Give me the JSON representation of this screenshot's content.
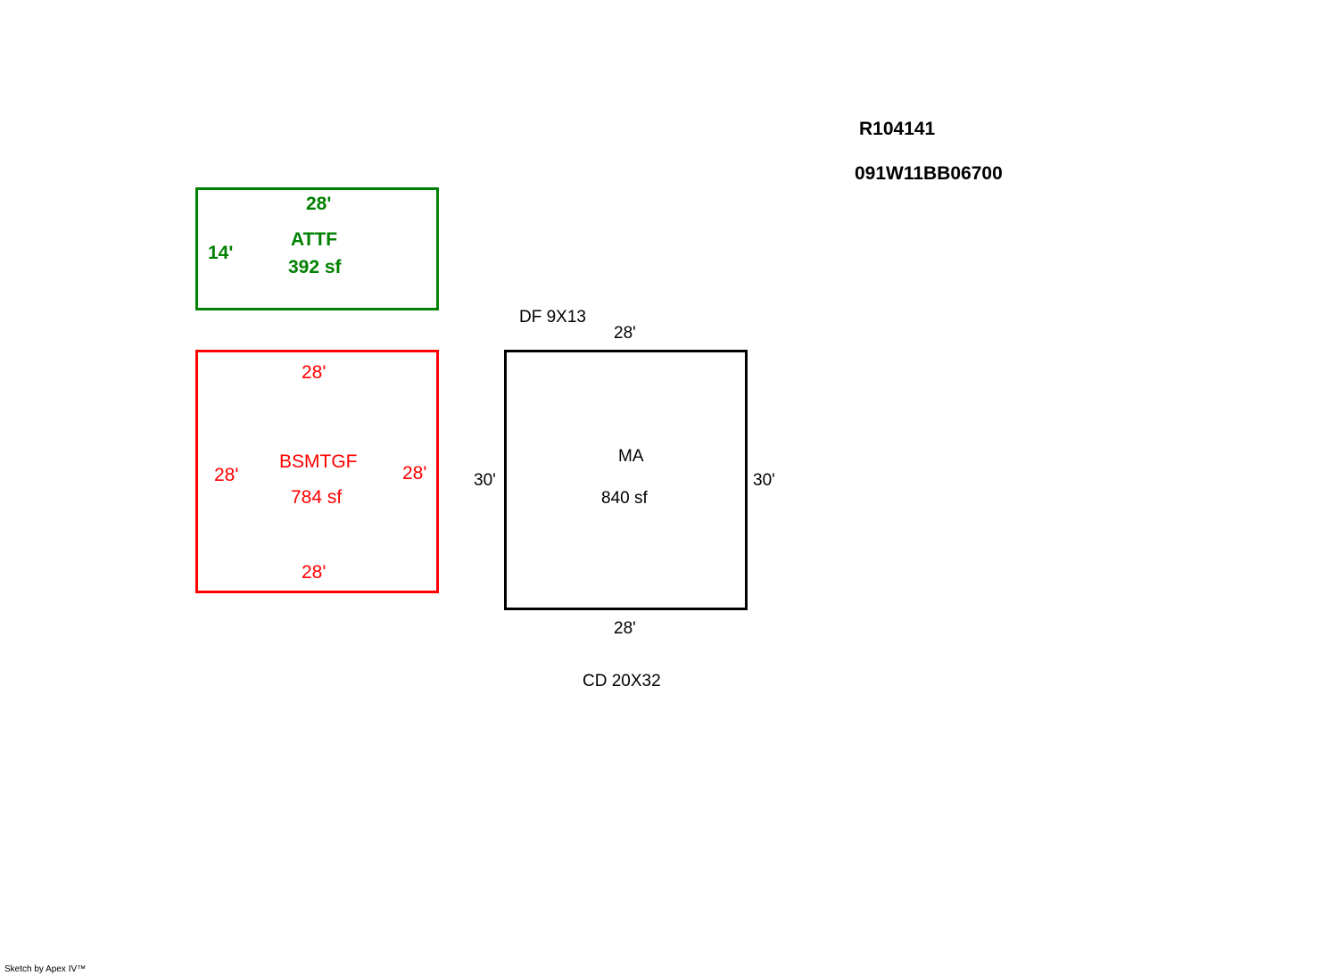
{
  "header": {
    "record_id": "R104141",
    "parcel_number": "091W11BB06700"
  },
  "areas": {
    "attf": {
      "color": "#008000",
      "label": "ATTF",
      "area": "392 sf",
      "top_dim": "28'",
      "left_dim": "14'"
    },
    "bsmtgf": {
      "color": "#ff0000",
      "label": "BSMTGF",
      "area": "784 sf",
      "top_dim": "28'",
      "bottom_dim": "28'",
      "left_dim": "28'",
      "right_dim": "28'"
    },
    "ma": {
      "color": "#000000",
      "label": "MA",
      "area": "840 sf",
      "top_dim": "28'",
      "bottom_dim": "28'",
      "left_dim": "30'",
      "right_dim": "30'"
    }
  },
  "notes": {
    "df": "DF  9X13",
    "cd": "CD  20X32"
  },
  "footer": {
    "credit": "Sketch by Apex IV™"
  }
}
